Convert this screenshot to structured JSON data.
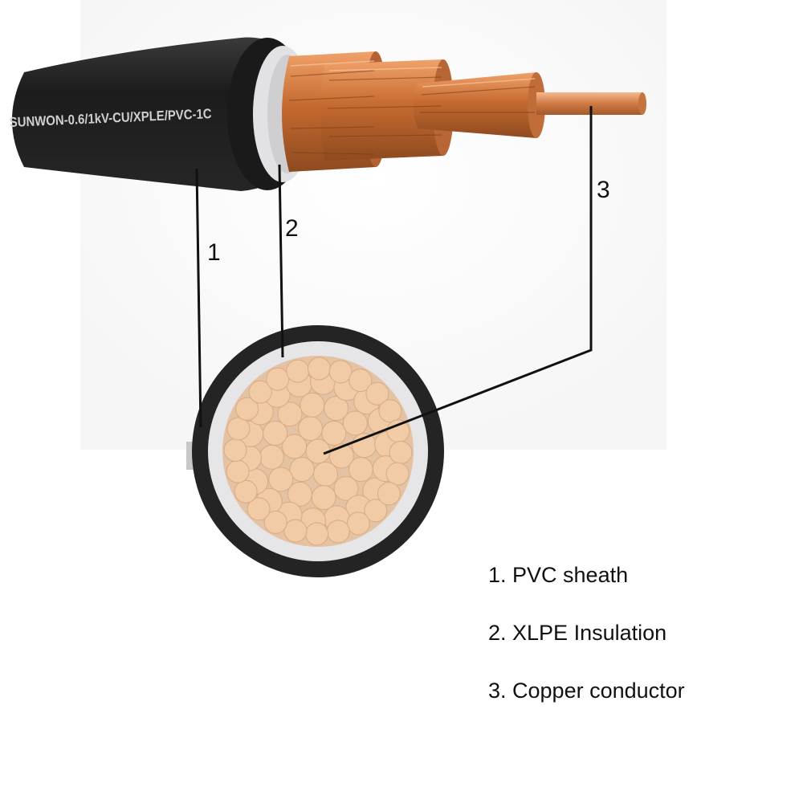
{
  "cable": {
    "printed_text": "SUNWON-0.6/1kV-CU/XPLE/PVC-1C"
  },
  "callouts": [
    {
      "id": "1",
      "label": "1"
    },
    {
      "id": "2",
      "label": "2"
    },
    {
      "id": "3",
      "label": "3"
    }
  ],
  "legend": [
    {
      "text": "1. PVC sheath"
    },
    {
      "text": "2. XLPE Insulation"
    },
    {
      "text": "3. Copper conductor"
    }
  ],
  "colors": {
    "sheath": "#262626",
    "insulation": "#e4e4e6",
    "copper": "#c8753e",
    "strand": "#f1caa6",
    "line": "#111111"
  }
}
